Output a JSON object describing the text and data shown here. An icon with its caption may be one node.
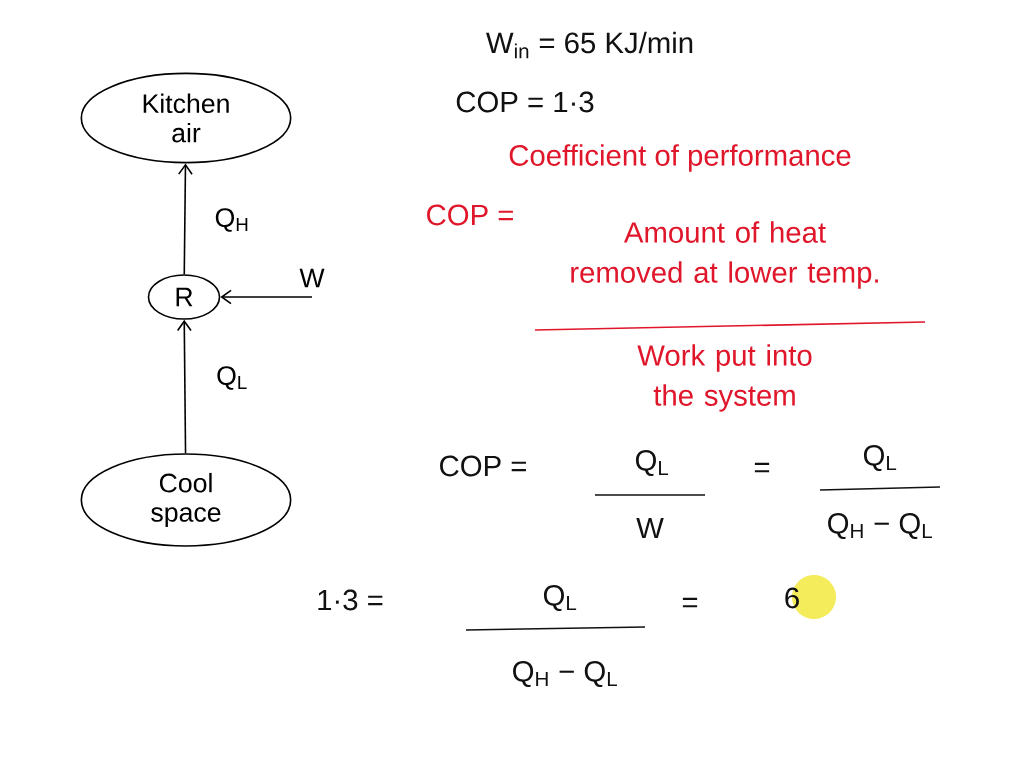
{
  "diagram": {
    "nodes": [
      {
        "text": [
          "Kitchen air"
        ]
      },
      {
        "text": [
          "R"
        ]
      },
      {
        "text": [
          "Cool space"
        ]
      },
      {
        "text": [
          "W"
        ]
      }
    ],
    "edges": [
      {
        "from": 1,
        "to": 0,
        "arrow": "to",
        "label": "Q$_{H}$"
      },
      {
        "from": 2,
        "to": 1,
        "arrow": "to",
        "label": "Q$_{L}$"
      },
      {
        "from": 3,
        "to": 1,
        "arrow": "to"
      }
    ],
    "labels": [
      "W$_{in}$ = 65 KJ/min",
      "COP = 1·3",
      "Coefficient of performance",
      "COP =",
      "Amount of heat removed at lower temp.",
      "Work put into the system",
      "COP =",
      "Q$_{L}$",
      "W",
      "=",
      "Q$_{L}$",
      "Q$_{H}$ − Q$_{L}$",
      "1·3 =",
      "Q$_{L}$",
      "Q$_{H}$ − Q$_{L}$",
      "=",
      "6"
    ]
  }
}
